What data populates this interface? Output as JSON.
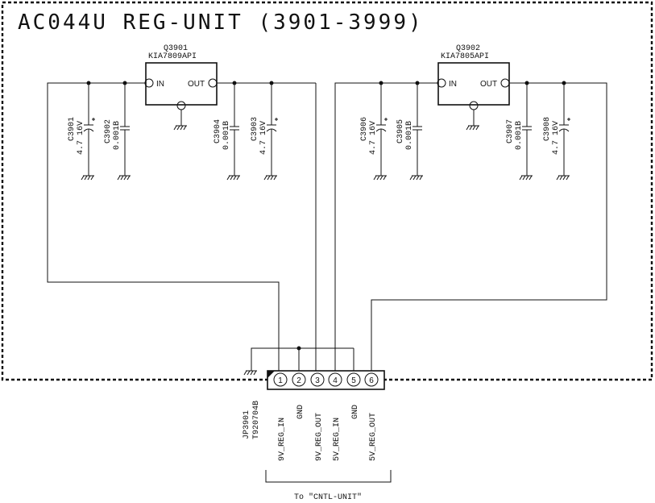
{
  "title": "AC044U REG-UNIT (3901-3999)",
  "regulators": [
    {
      "ref": "Q3901",
      "part": "KIA7809API",
      "in_label": "IN",
      "out_label": "OUT"
    },
    {
      "ref": "Q3902",
      "part": "KIA7805API",
      "in_label": "IN",
      "out_label": "OUT"
    }
  ],
  "capacitors": [
    {
      "ref": "C3901",
      "value": "4.7 16V"
    },
    {
      "ref": "C3902",
      "value": "0.001B"
    },
    {
      "ref": "C3904",
      "value": "0.001B"
    },
    {
      "ref": "C3903",
      "value": "4.7 16V"
    },
    {
      "ref": "C3906",
      "value": "4.7 16V"
    },
    {
      "ref": "C3905",
      "value": "0.001B"
    },
    {
      "ref": "C3907",
      "value": "0.001B"
    },
    {
      "ref": "C3908",
      "value": "4.7 16V"
    }
  ],
  "connector": {
    "ref": "JP3901",
    "part": "T920704B",
    "pins": [
      {
        "num": "1",
        "signal": "9V_REG_IN"
      },
      {
        "num": "2",
        "signal": "GND"
      },
      {
        "num": "3",
        "signal": "9V_REG_OUT"
      },
      {
        "num": "4",
        "signal": "5V_REG_IN"
      },
      {
        "num": "5",
        "signal": "GND"
      },
      {
        "num": "6",
        "signal": "5V_REG_OUT"
      }
    ]
  },
  "destination": "To \"CNTL-UNIT\""
}
